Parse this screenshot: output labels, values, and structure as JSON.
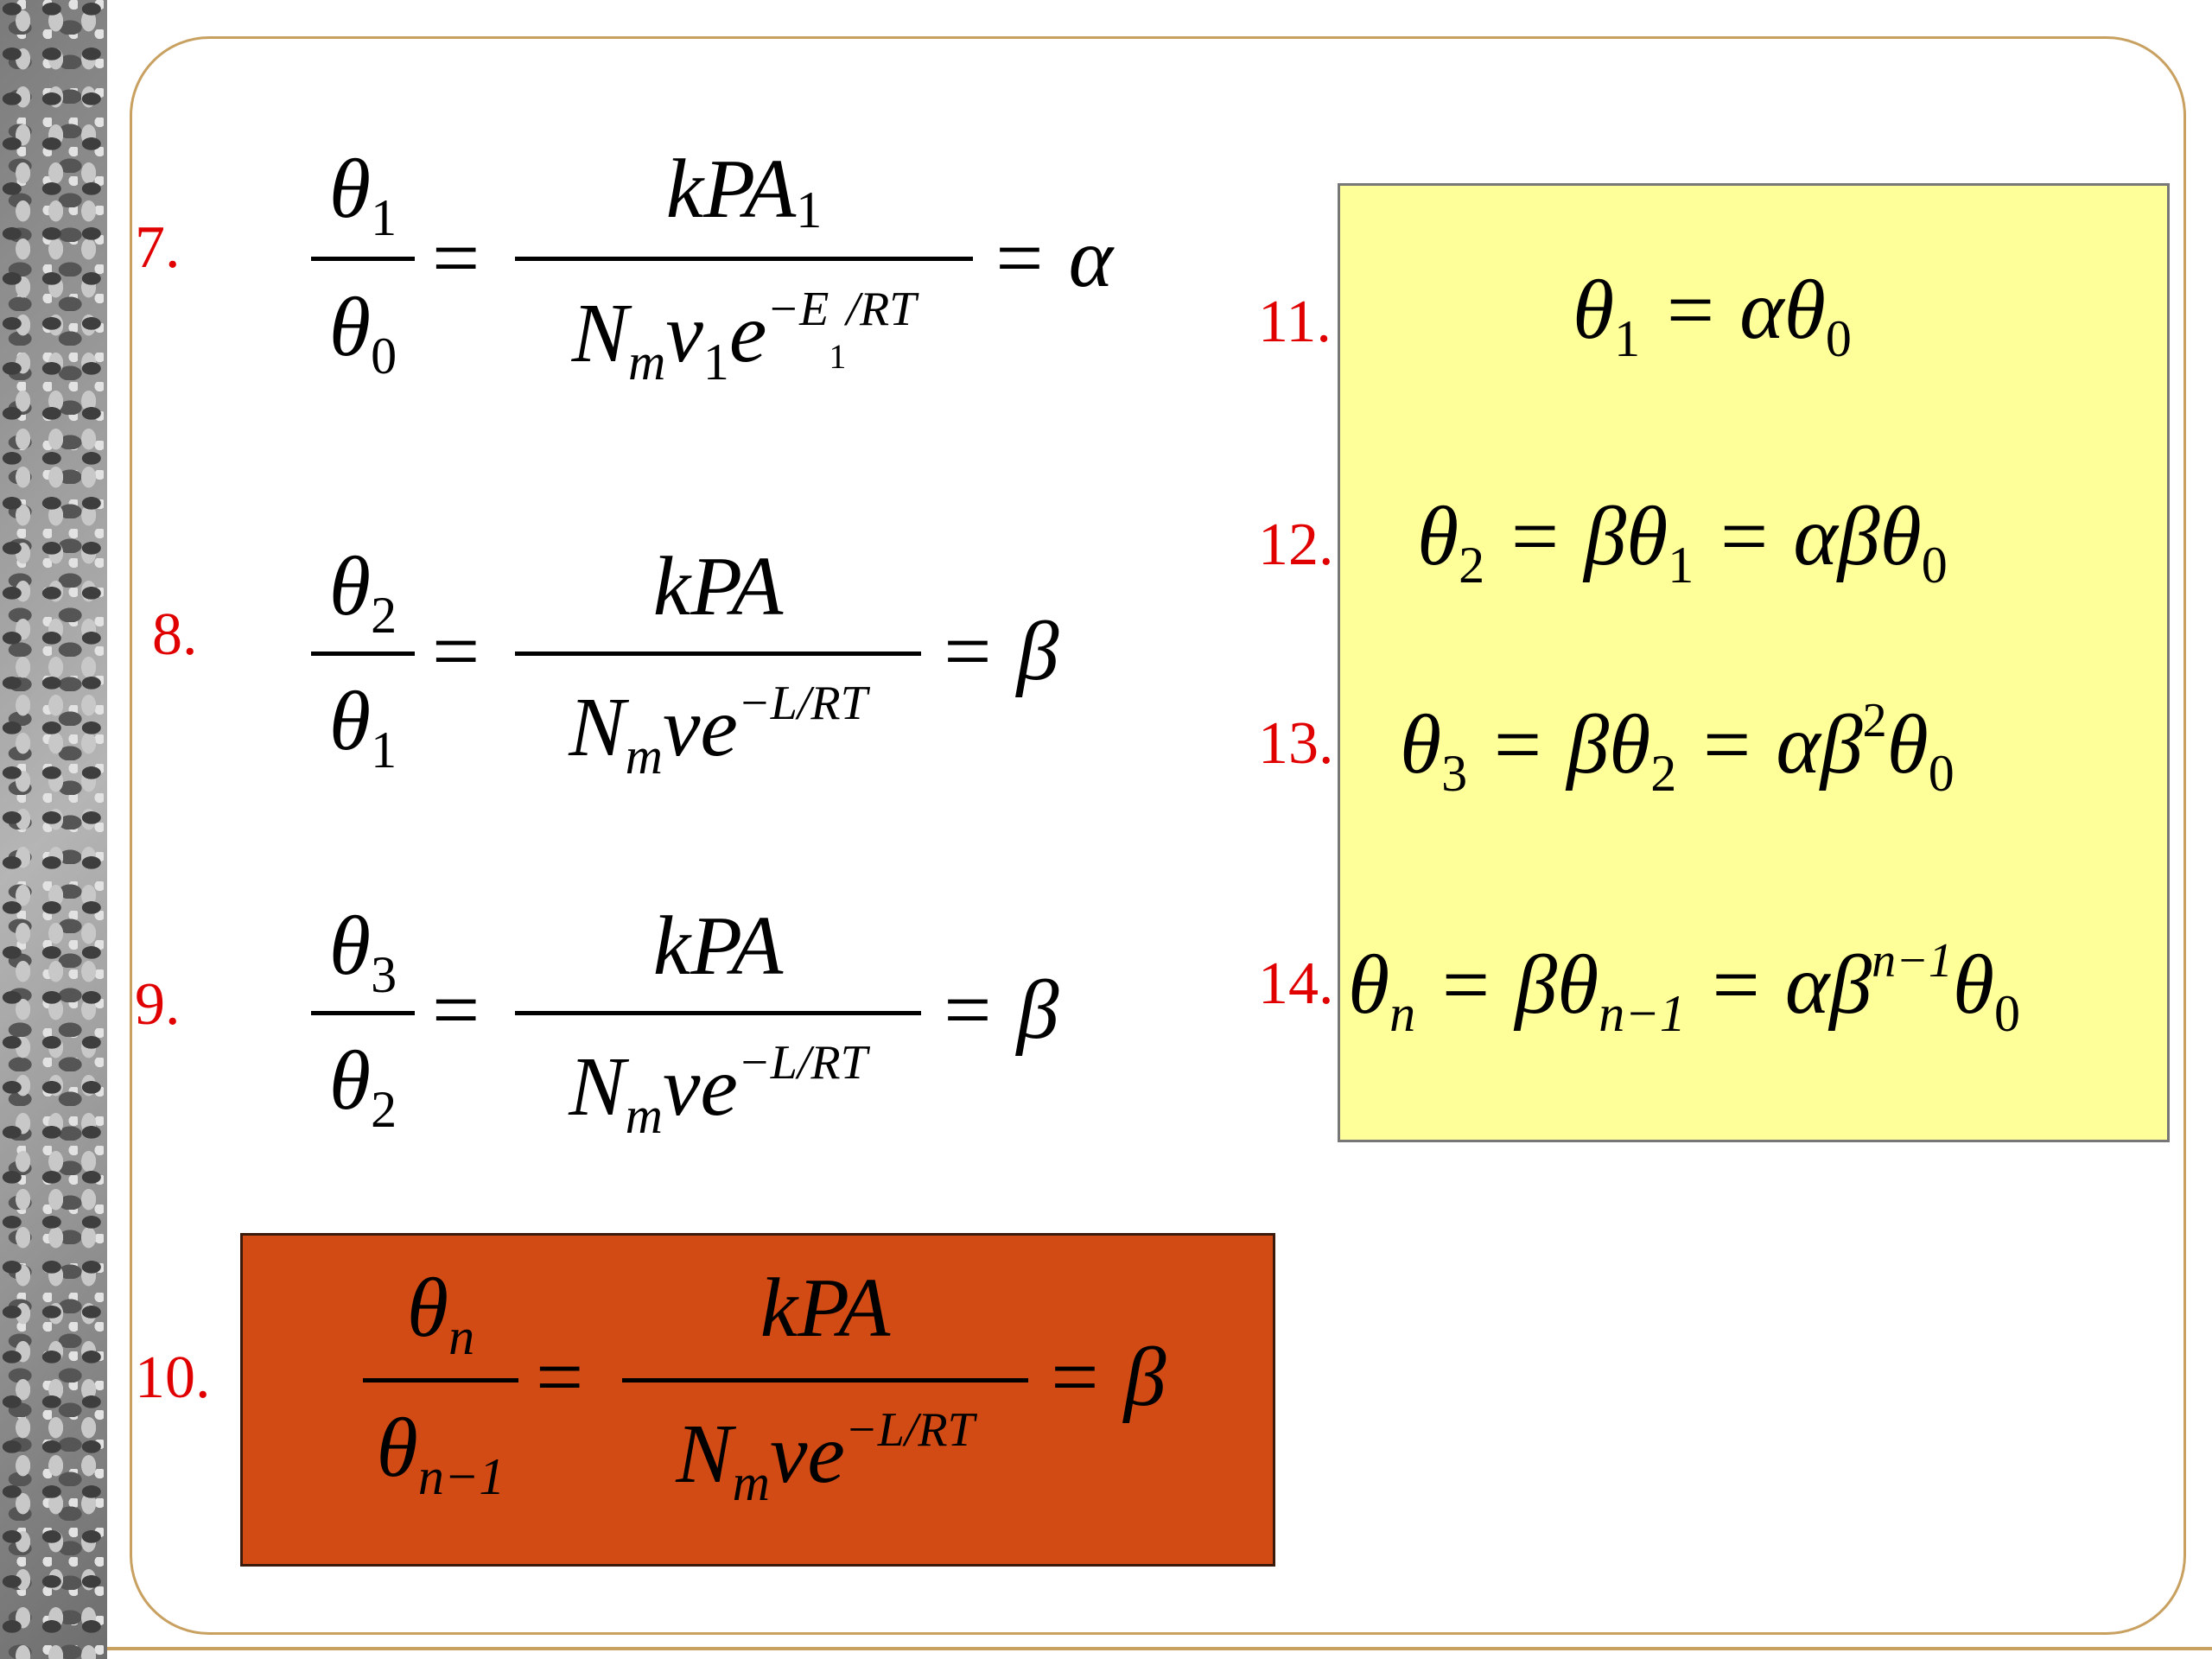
{
  "labels": {
    "eq7": "7.",
    "eq8": "8.",
    "eq9": "9.",
    "eq10": "10.",
    "eq11": "11.",
    "eq12": "12.",
    "eq13": "13.",
    "eq14": "14."
  },
  "eq7": {
    "num_left": "θ",
    "num_left_sub": "1",
    "den_left": "θ",
    "den_left_sub": "0",
    "equals": "=",
    "num_right": "kPA",
    "num_right_sub": "1",
    "den_N": "N",
    "den_N_sub": "m",
    "den_nu": "ν",
    "den_nu_sub": "1",
    "den_e": "e",
    "den_exp": "−E",
    "den_exp_sub": "1",
    "den_exp_rest": "/RT",
    "result": "= α"
  },
  "eq8": {
    "num_left": "θ",
    "num_left_sub": "2",
    "den_left": "θ",
    "den_left_sub": "1",
    "equals": "=",
    "num_right": "kPA",
    "den_N": "N",
    "den_N_sub": "m",
    "den_ve": "νe",
    "den_exp": "−L/RT",
    "result": "= β"
  },
  "eq9": {
    "num_left": "θ",
    "num_left_sub": "3",
    "den_left": "θ",
    "den_left_sub": "2",
    "equals": "=",
    "num_right": "kPA",
    "den_N": "N",
    "den_N_sub": "m",
    "den_ve": "νe",
    "den_exp": "−L/RT",
    "result": "= β"
  },
  "eq10": {
    "num_left": "θ",
    "num_left_sub": "n",
    "den_left": "θ",
    "den_left_sub": "n−1",
    "equals": "=",
    "num_right": "kPA",
    "den_N": "N",
    "den_N_sub": "m",
    "den_ve": "νe",
    "den_exp": "−L/RT",
    "result": "= β"
  },
  "eq11": {
    "lhs": "θ",
    "lhs_sub": "1",
    "rhs": "= αθ",
    "rhs_sub": "0"
  },
  "eq12": {
    "lhs": "θ",
    "lhs_sub": "2",
    "mid": "= βθ",
    "mid_sub": "1",
    "rhs": "= αβθ",
    "rhs_sub": "0"
  },
  "eq13": {
    "lhs": "θ",
    "lhs_sub": "3",
    "mid": "= βθ",
    "mid_sub": "2",
    "rhs": "= αβ",
    "rhs_sup": "2",
    "rhs2": "θ",
    "rhs2_sub": "0"
  },
  "eq14": {
    "lhs": "θ",
    "lhs_sub": "n",
    "mid": "= βθ",
    "mid_sub": "n−1",
    "rhs": "= αβ",
    "rhs_sup": "n−1",
    "rhs2": "θ",
    "rhs2_sub": "0"
  },
  "colors": {
    "label": "#e00000",
    "orange_box": "#d24a14",
    "yellow_box": "#ffff99",
    "frame": "#c8a060"
  }
}
